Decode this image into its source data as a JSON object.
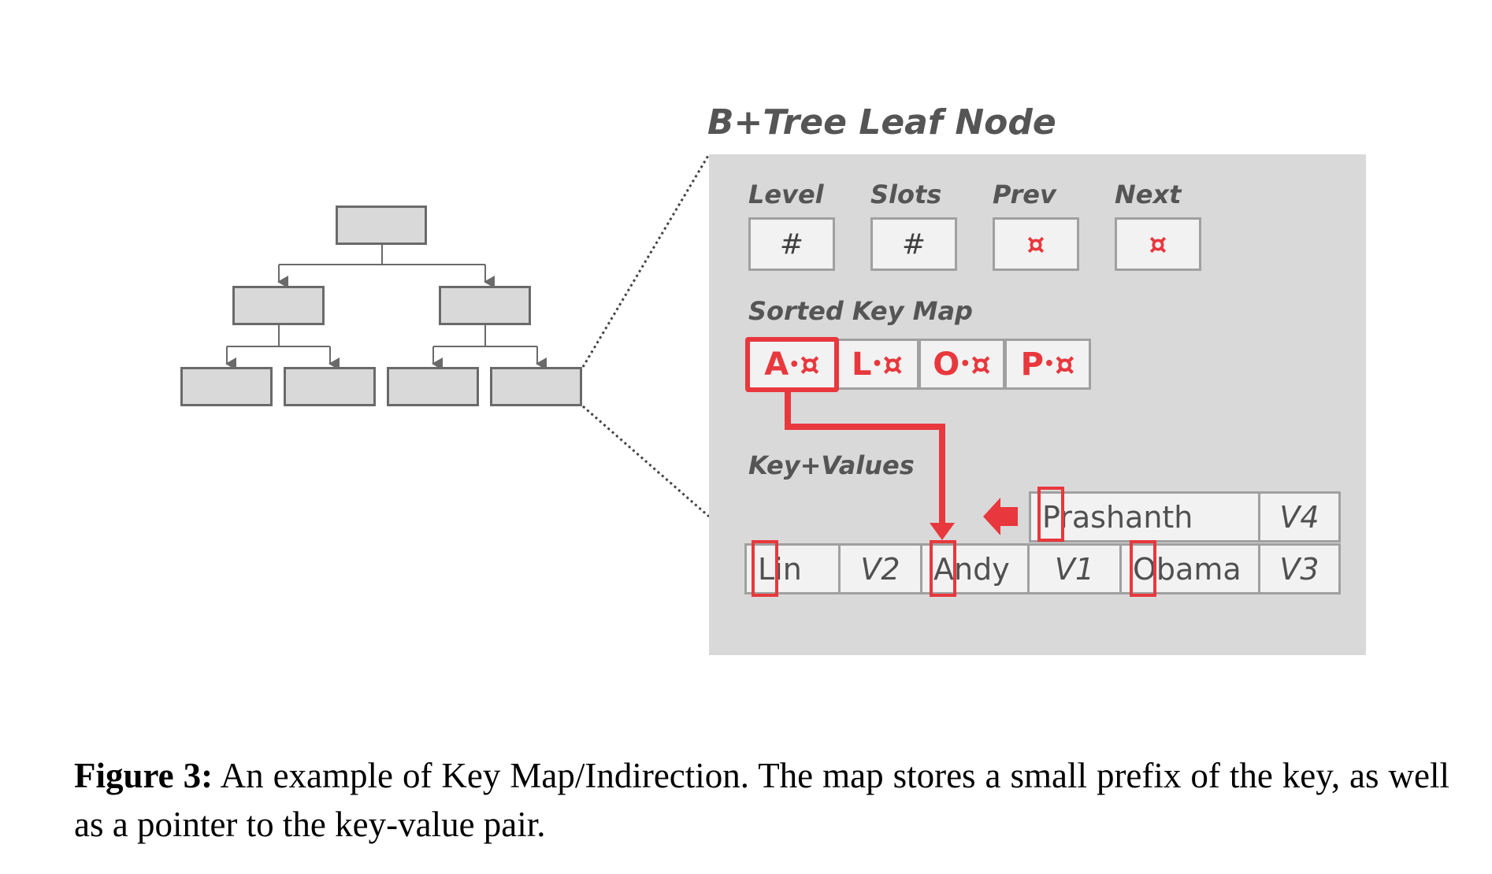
{
  "diagram": {
    "leaf_title": "B+Tree Leaf Node",
    "header": {
      "fields": [
        {
          "label": "Level",
          "value": "#"
        },
        {
          "label": "Slots",
          "value": "#"
        },
        {
          "label": "Prev",
          "value": "¤"
        },
        {
          "label": "Next",
          "value": "¤"
        }
      ]
    },
    "sorted_key_map": {
      "label": "Sorted Key Map",
      "entries": [
        {
          "prefix": "A",
          "sep": "•",
          "ptr": "¤"
        },
        {
          "prefix": "L",
          "sep": "•",
          "ptr": "¤"
        },
        {
          "prefix": "O",
          "sep": "•",
          "ptr": "¤"
        },
        {
          "prefix": "P",
          "sep": "•",
          "ptr": "¤"
        }
      ]
    },
    "key_values": {
      "label": "Key+Values",
      "new_pair": {
        "key": "Prashanth",
        "value": "V4"
      },
      "pairs": [
        {
          "key": "Lin",
          "value": "V2"
        },
        {
          "key": "Andy",
          "value": "V1"
        },
        {
          "key": "Obama",
          "value": "V3"
        }
      ]
    },
    "colors": {
      "accent": "#e8383d",
      "panel": "#d9d9d9",
      "cell": "#f2f2f2",
      "text": "#555555"
    }
  },
  "caption": {
    "label": "Figure 3:",
    "text": "An example of Key Map/Indirection. The map stores a small prefix of the key, as well as a pointer to the key-value pair."
  }
}
